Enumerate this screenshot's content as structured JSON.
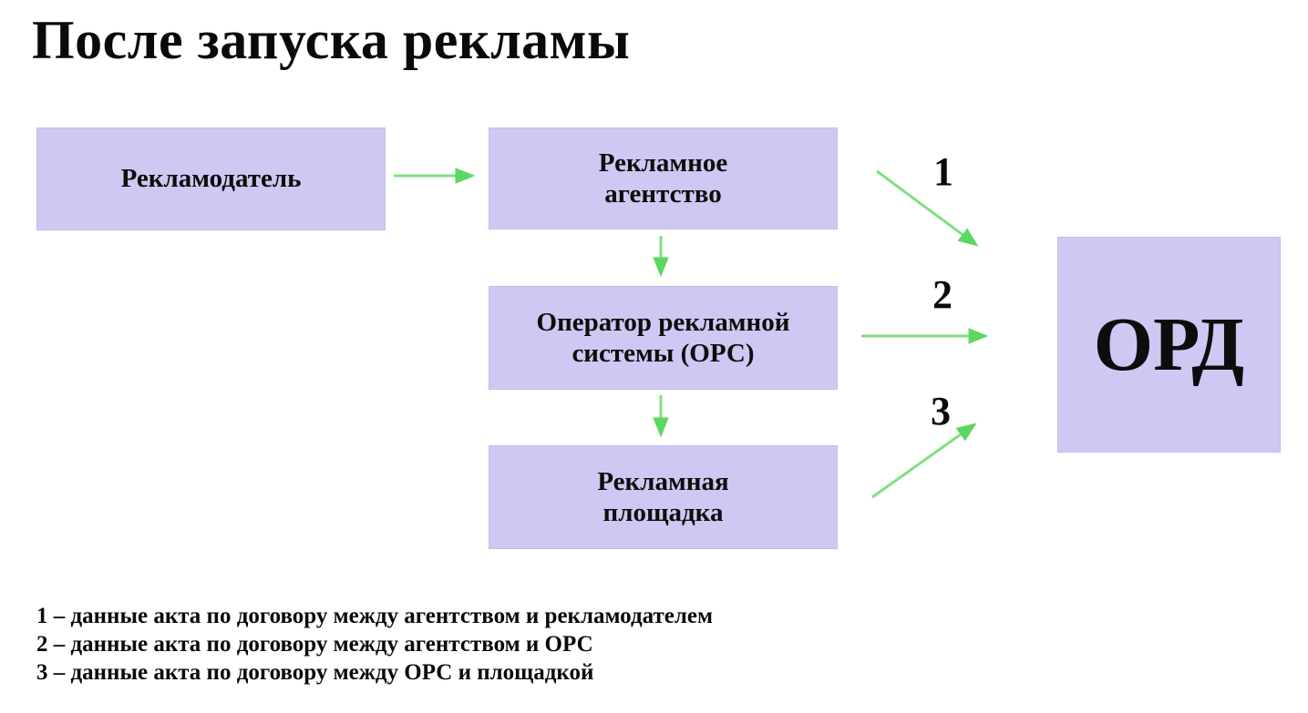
{
  "title": "После запуска рекламы",
  "diagram": {
    "nodes": {
      "advertiser": {
        "label": "Рекламодатель"
      },
      "agency": {
        "label": "Рекламное\nагентство"
      },
      "ors": {
        "label": "Оператор рекламной\nсистемы (ОРС)"
      },
      "platform": {
        "label": "Рекламная\nплощадка"
      },
      "ord": {
        "label": "ОРД"
      }
    },
    "arrow_labels": {
      "one": "1",
      "two": "2",
      "three": "3"
    },
    "arrows": [
      "advertiser-to-agency",
      "agency-to-ors",
      "ors-to-platform",
      "agency-to-ord",
      "ors-to-ord",
      "platform-to-ord"
    ],
    "colors": {
      "node_fill": "#cdc9f2",
      "arrow_line": "#80e080",
      "arrow_head": "#5cd862",
      "text": "#0d0d0d",
      "background": "#ffffff"
    }
  },
  "legend": {
    "items": [
      "1 – данные акта по договору между агентством и рекламодателем",
      "2 – данные акта по договору между агентством и ОРС",
      "3 – данные акта по договору между ОРС и площадкой"
    ]
  }
}
